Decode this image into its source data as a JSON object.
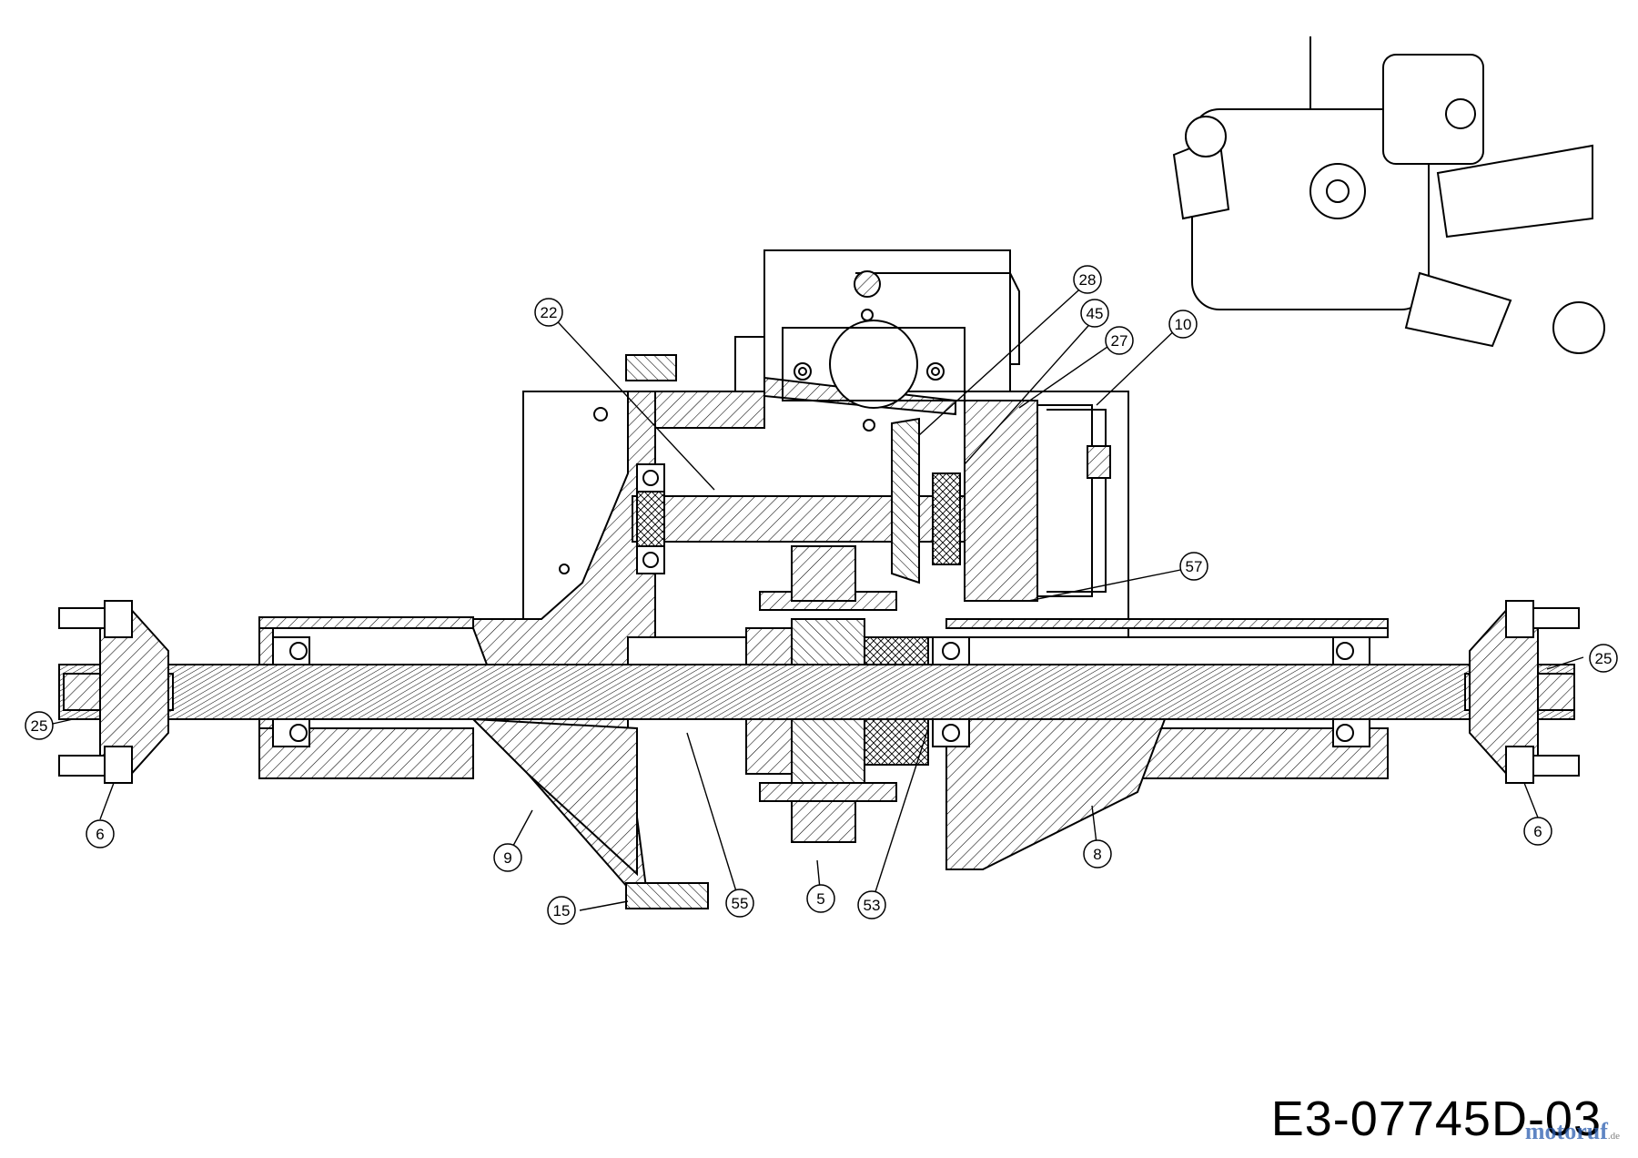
{
  "drawing": {
    "code": "E3-07745D-03",
    "watermark": "motoruf",
    "watermark_tld": ".de"
  },
  "callouts": [
    {
      "id": "22",
      "label": "22"
    },
    {
      "id": "28",
      "label": "28"
    },
    {
      "id": "45",
      "label": "45"
    },
    {
      "id": "27",
      "label": "27"
    },
    {
      "id": "10",
      "label": "10"
    },
    {
      "id": "57",
      "label": "57"
    },
    {
      "id": "25-right",
      "label": "25"
    },
    {
      "id": "25-left",
      "label": "25"
    },
    {
      "id": "6-left",
      "label": "6"
    },
    {
      "id": "6-right",
      "label": "6"
    },
    {
      "id": "9",
      "label": "9"
    },
    {
      "id": "8",
      "label": "8"
    },
    {
      "id": "15",
      "label": "15"
    },
    {
      "id": "55",
      "label": "55"
    },
    {
      "id": "5",
      "label": "5"
    },
    {
      "id": "53",
      "label": "53"
    }
  ]
}
